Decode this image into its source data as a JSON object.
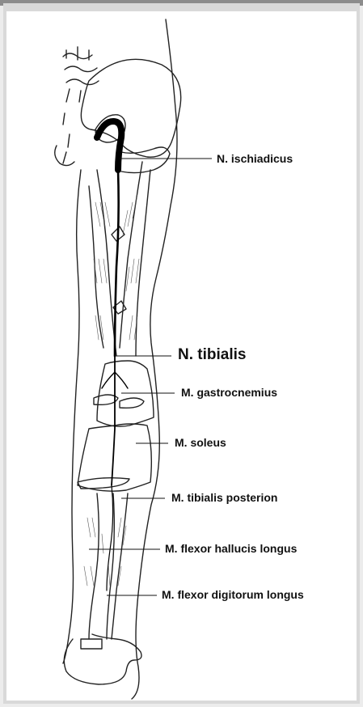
{
  "labels": {
    "ischiadicus": "N. ischiadicus",
    "tibialis": "N. tibialis",
    "gastrocnemius": "M. gastrocnemius",
    "soleus": "M. soleus",
    "tibialis_posterion": "M. tibialis posterion",
    "flexor_hallucis": "M. flexor hallucis longus",
    "flexor_digitorum": "M. flexor digitorum longus"
  },
  "colors": {
    "frame": "#d9d9d9",
    "topbar": "#8c8c8c",
    "panel": "#ffffff",
    "ink": "#111111",
    "nerve": "#000000"
  }
}
